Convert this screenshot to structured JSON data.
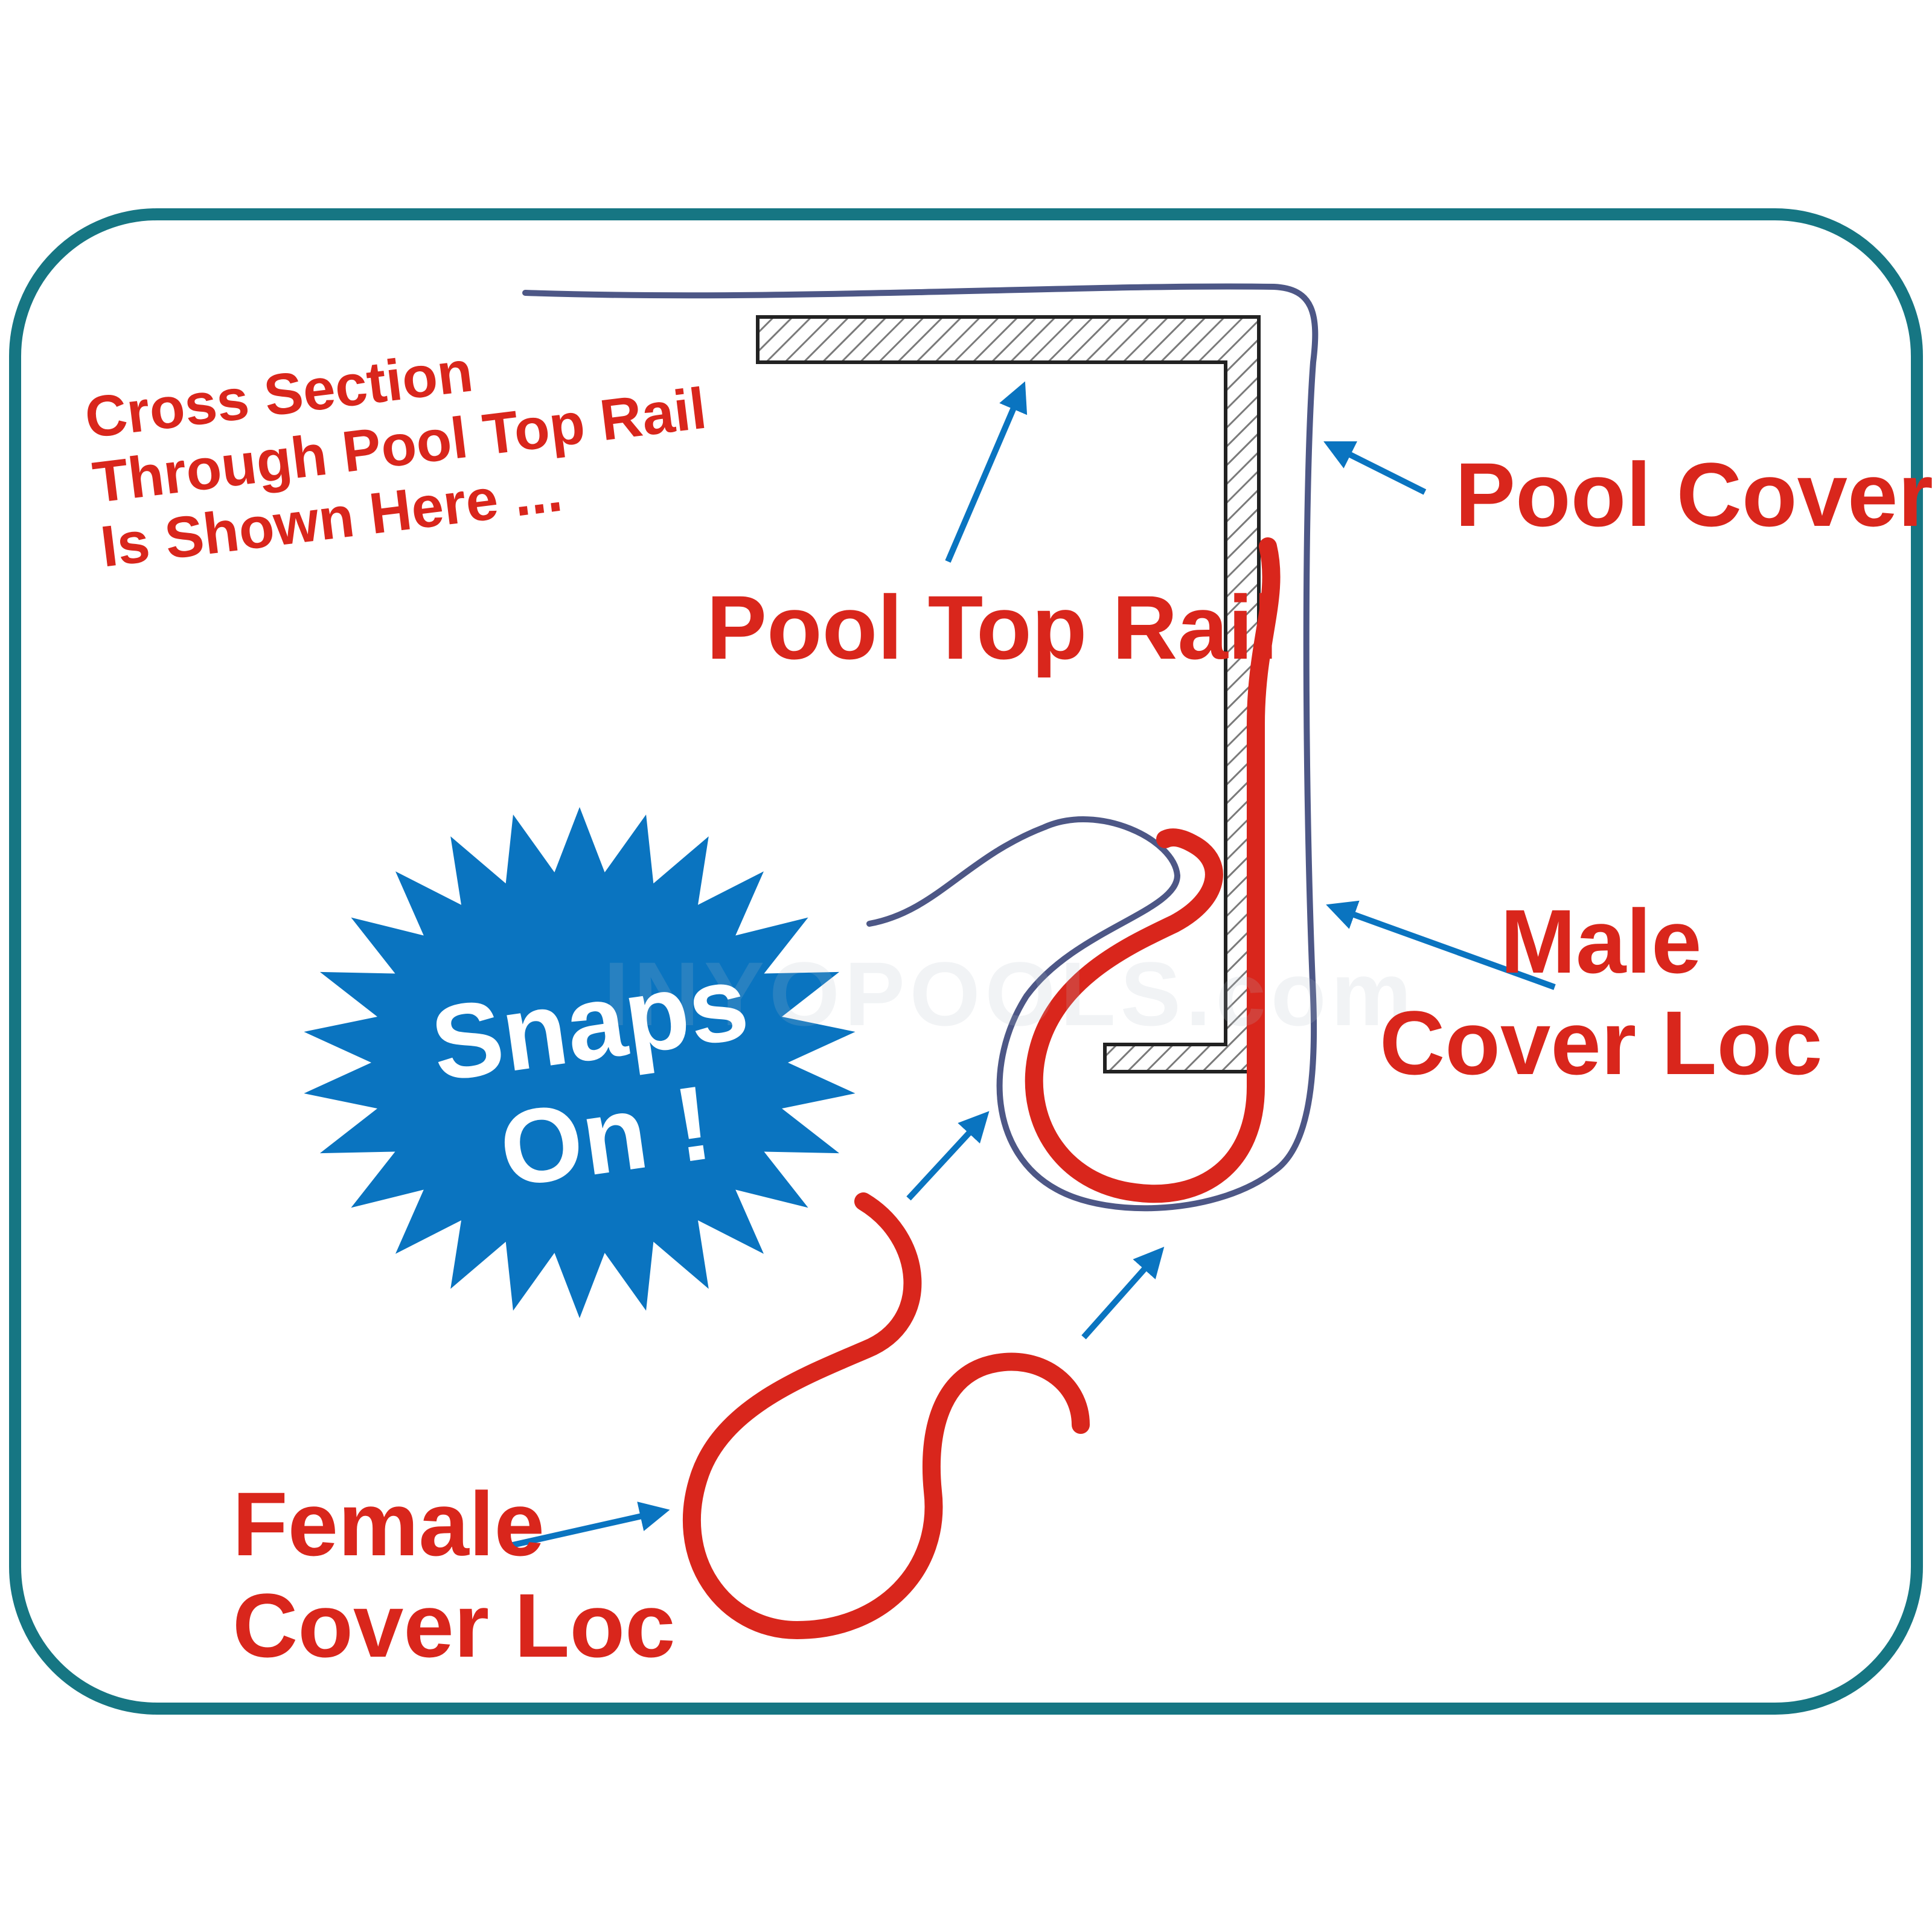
{
  "colors": {
    "frame": "#167683",
    "label_red": "#d9261c",
    "arrow_blue": "#0a74c0",
    "cover_line": "#4d5786",
    "rail_fill": "#ffffff",
    "rail_hatch": "#7a7a7a",
    "burst_blue": "#0a74c0"
  },
  "intro_text": {
    "line1": "Cross Section",
    "line2": "Through Pool Top Rail",
    "line3": "Is Shown Here ..."
  },
  "labels": {
    "pool_top_rail": "Pool Top Rail",
    "pool_cover": "Pool Cover",
    "male_line1": "Male",
    "male_line2": "Cover Loc",
    "female_line1": "Female",
    "female_line2": "Cover Loc"
  },
  "burst": {
    "line1": "Snaps",
    "line2": "On !"
  },
  "watermark": "INYOPOOLS.com"
}
